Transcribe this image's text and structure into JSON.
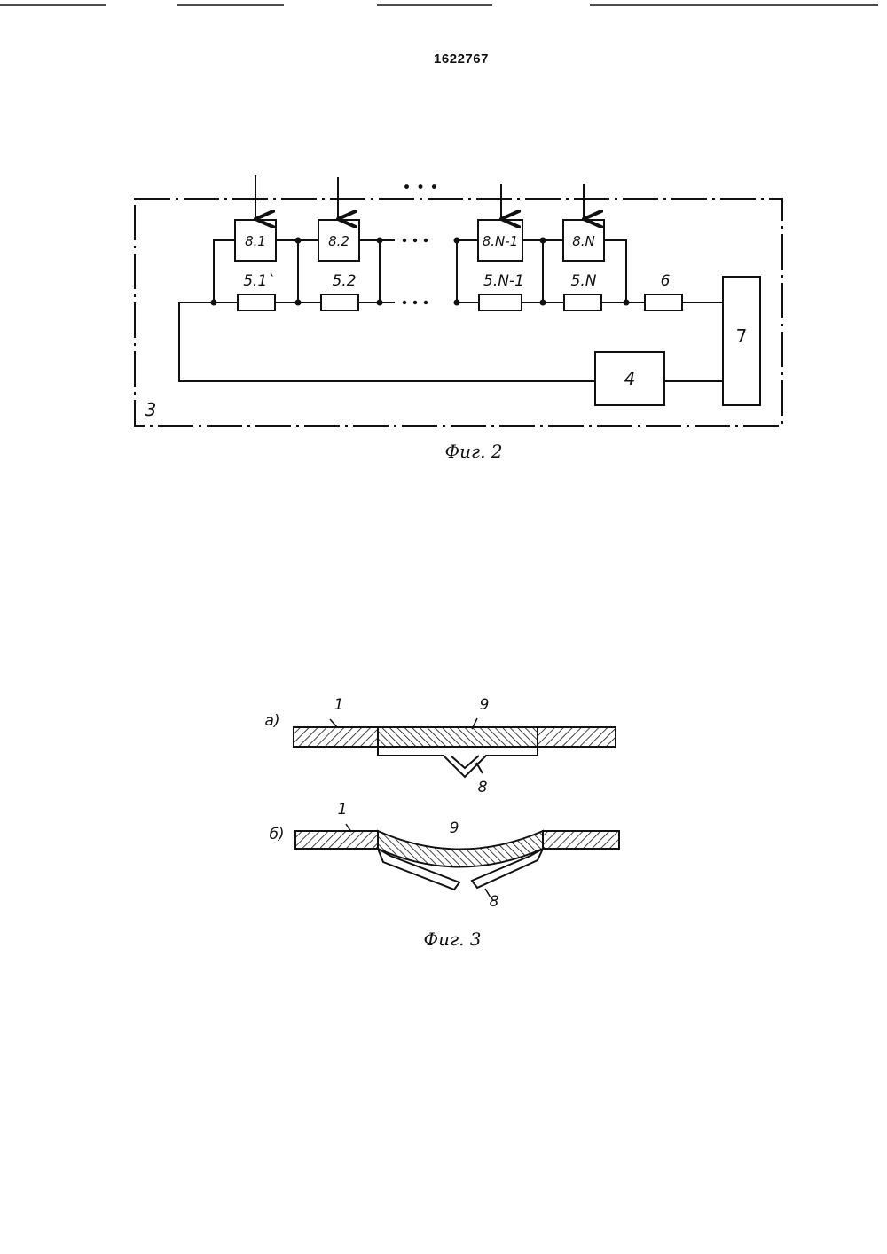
{
  "page": {
    "number": "1622767"
  },
  "fig2": {
    "caption": "Фиг. 2",
    "frame_label": "3",
    "ellipsis": "• • •",
    "blocks": {
      "b8_1": "8.1",
      "b8_2": "8.2",
      "b8_Nm1": "8.N-1",
      "b8_N": "8.N",
      "b4": "4",
      "b7": "7"
    },
    "resistors": {
      "r5_1": "5.1`",
      "r5_2": "5.2",
      "r5_Nm1": "5.N-1",
      "r5_N": "5.N",
      "r6": "6"
    }
  },
  "fig3": {
    "caption": "Фиг. 3",
    "a": {
      "tag": "а)",
      "label_1": "1",
      "label_9": "9",
      "label_8": "8"
    },
    "b": {
      "tag": "б)",
      "label_1": "1",
      "label_9": "9",
      "label_8": "8"
    }
  }
}
